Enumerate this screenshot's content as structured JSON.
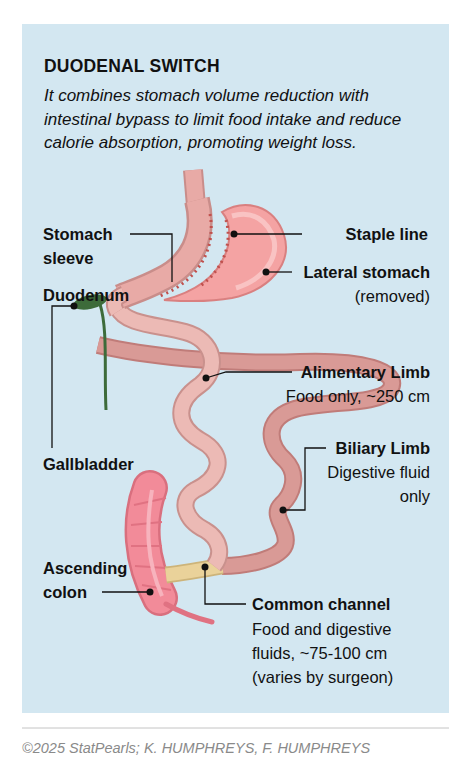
{
  "diagram": {
    "title": "DUODENAL SWITCH",
    "caption": "It combines stomach volume reduction with intestinal bypass to limit food intake and reduce calorie absorption, promoting weight loss.",
    "labels": [
      "Stomach sleeve",
      "Duodenum",
      "Gallbladder",
      "Ascending colon",
      "Staple line",
      "Lateral stomach",
      "(removed)",
      "Alimentary Limb",
      "Food only, ~250 cm",
      "Biliary Limb",
      "Digestive fluid only",
      "Common channel",
      "Food and digestive fluids, ~75-100 cm (varies by surgeon)",
      "©2025 StatPearls; K. HUMPHREYS, F. HUMPHREYS"
    ]
  }
}
